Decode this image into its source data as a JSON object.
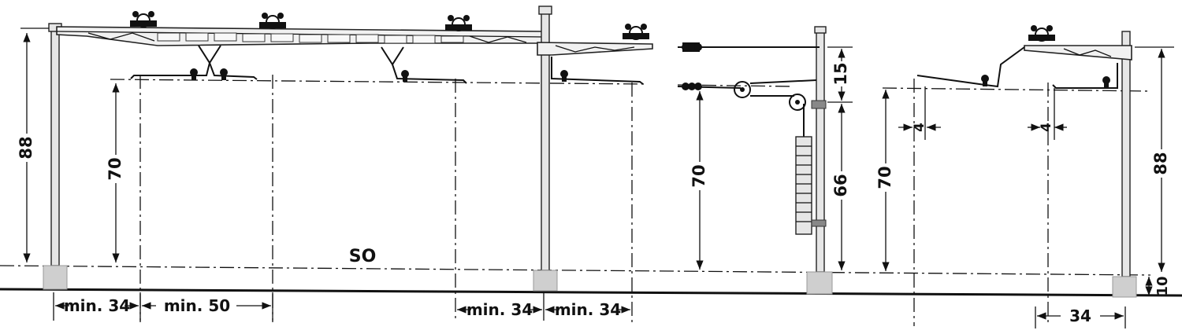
{
  "labels": {
    "dim_88_left": "88",
    "dim_70_left": "70",
    "dim_70_mid": "70",
    "dim_15": "15",
    "dim_66": "66",
    "dim_70_right": "70",
    "dim_88_right": "88",
    "dim_10": "10",
    "dim_4_a": "4",
    "dim_4_b": "4",
    "so": "SO",
    "min34_a": "min. 34",
    "min50": "min. 50",
    "min34_b": "min. 34",
    "min34_c": "min. 34",
    "dim_34": "34"
  },
  "colors": {
    "line": "#111111",
    "mast": "#e6e6e6",
    "base": "#cfcfcf"
  }
}
